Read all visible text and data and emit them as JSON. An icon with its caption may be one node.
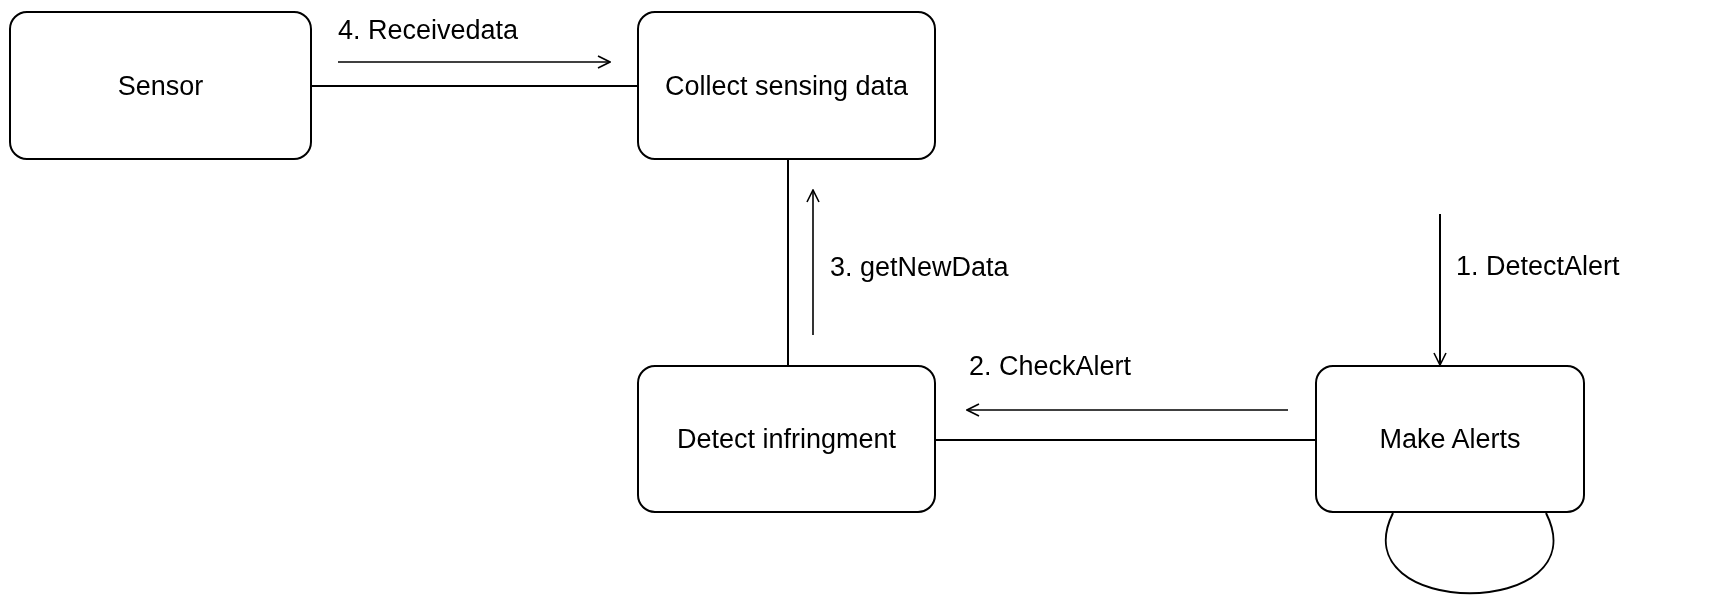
{
  "diagram": {
    "nodes": [
      {
        "text": [
          "Sensor"
        ]
      },
      {
        "text": [
          "Collect sensing data"
        ]
      },
      {
        "text": [
          "Detect infringment"
        ]
      },
      {
        "text": [
          "Make Alerts"
        ]
      }
    ],
    "edges": [
      {
        "from": null,
        "to": 3,
        "arrow": "to",
        "label": "1. DetectAlert"
      },
      {
        "from": 2,
        "to": 3,
        "arrow": "none",
        "label": "2. CheckAlert"
      },
      {
        "from": 1,
        "to": 2,
        "arrow": "none",
        "label": "3. getNewData"
      },
      {
        "from": 0,
        "to": 1,
        "arrow": "none",
        "label": "4. Receivedata"
      },
      {
        "from": 3,
        "to": 3,
        "arrow": "none"
      }
    ]
  }
}
